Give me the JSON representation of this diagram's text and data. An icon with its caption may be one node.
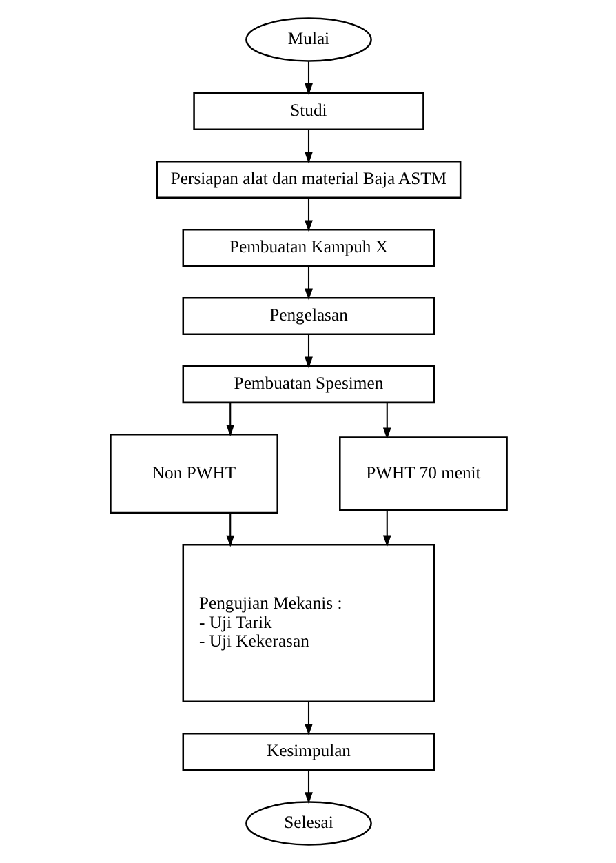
{
  "diagram": {
    "nodes": [
      {
        "text": [
          "Mulai"
        ]
      },
      {
        "text": [
          "Studi"
        ]
      },
      {
        "text": [
          "Persiapan alat dan material Baja ASTM"
        ]
      },
      {
        "text": [
          "Pembuatan Kampuh X"
        ]
      },
      {
        "text": [
          "Pengelasan"
        ]
      },
      {
        "text": [
          "Pembuatan Spesimen"
        ]
      },
      {
        "text": [
          "Non PWHT"
        ]
      },
      {
        "text": [
          "PWHT 70 menit"
        ]
      },
      {
        "text": [
          "Pengujian Mekanis :",
          "- Uji Tarik",
          "- Uji Kekerasan"
        ]
      },
      {
        "text": [
          "Kesimpulan"
        ]
      },
      {
        "text": [
          "Selesai"
        ]
      }
    ],
    "edges": [
      {
        "from": 0,
        "to": 1,
        "arrow": "to"
      },
      {
        "from": 1,
        "to": 2,
        "arrow": "to"
      },
      {
        "from": 2,
        "to": 3,
        "arrow": "to"
      },
      {
        "from": 3,
        "to": 4,
        "arrow": "to"
      },
      {
        "from": 4,
        "to": 5,
        "arrow": "to"
      },
      {
        "from": 5,
        "to": 6,
        "arrow": "to"
      },
      {
        "from": 5,
        "to": 7,
        "arrow": "to"
      },
      {
        "from": 6,
        "to": 8,
        "arrow": "to"
      },
      {
        "from": 7,
        "to": 8,
        "arrow": "to"
      },
      {
        "from": 8,
        "to": 9,
        "arrow": "to"
      },
      {
        "from": 9,
        "to": 10,
        "arrow": "to"
      }
    ]
  }
}
